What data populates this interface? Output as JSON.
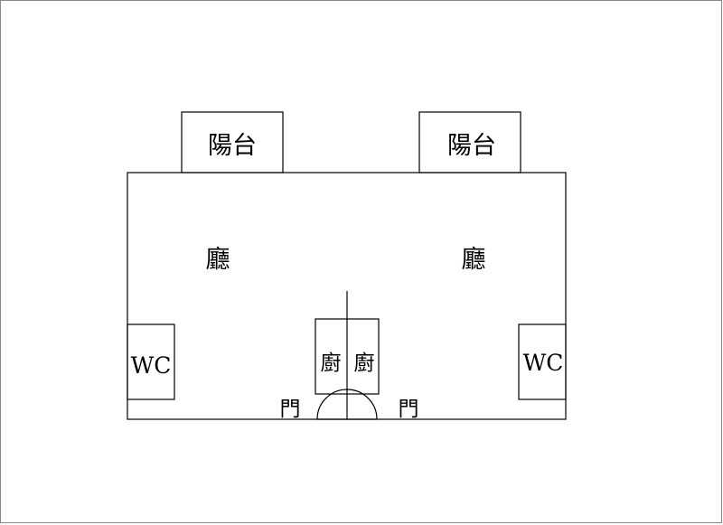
{
  "floorplan": {
    "balcony_left": "陽台",
    "balcony_right": "陽台",
    "living_left": "廳",
    "living_right": "廳",
    "wc_left": "WC",
    "wc_right": "WC",
    "kitchen_left": "廚",
    "kitchen_right": "廚",
    "door_left": "門",
    "door_right": "門"
  }
}
